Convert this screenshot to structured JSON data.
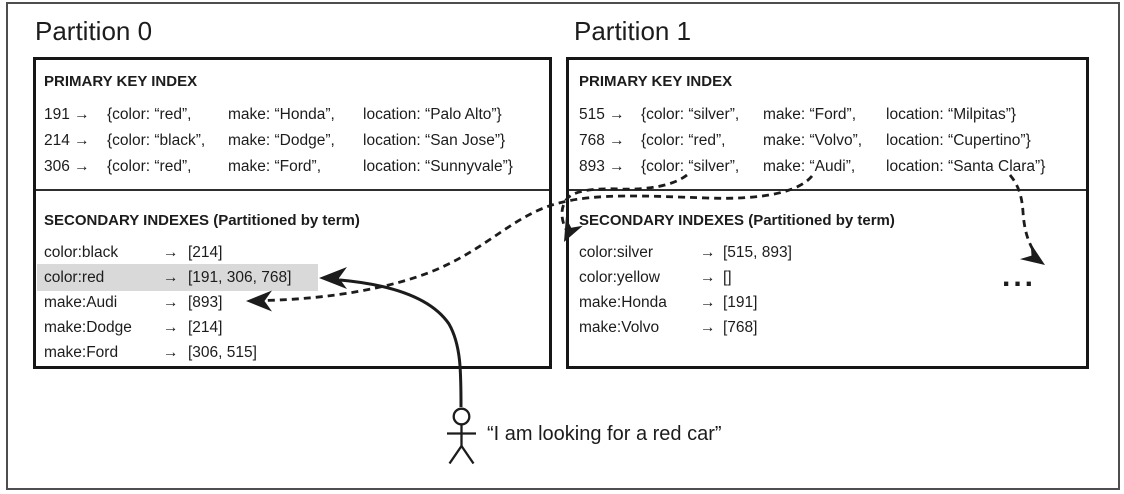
{
  "partitions": [
    {
      "label": "Partition 0",
      "primary_title": "PRIMARY KEY INDEX",
      "secondary_title": "SECONDARY INDEXES (Partitioned by term)",
      "primary_rows": [
        {
          "id": "191 →",
          "color": "{color: “red”,",
          "make": "make: “Honda”,",
          "location": "location: “Palo Alto”}"
        },
        {
          "id": "214 →",
          "color": "{color: “black”,",
          "make": "make: “Dodge”,",
          "location": "location: “San Jose”}"
        },
        {
          "id": "306 →",
          "color": "{color: “red”,",
          "make": "make: “Ford”,",
          "location": "location: “Sunnyvale”}"
        }
      ],
      "secondary_rows": [
        {
          "term": "color:black",
          "arrow": "→",
          "ids": "[214]"
        },
        {
          "term": "color:red",
          "arrow": "→",
          "ids": "[191, 306, 768]"
        },
        {
          "term": "make:Audi",
          "arrow": "→",
          "ids": "[893]"
        },
        {
          "term": "make:Dodge",
          "arrow": "→",
          "ids": "[214]"
        },
        {
          "term": "make:Ford",
          "arrow": "→",
          "ids": "[306, 515]"
        }
      ]
    },
    {
      "label": "Partition 1",
      "primary_title": "PRIMARY KEY INDEX",
      "secondary_title": "SECONDARY INDEXES (Partitioned by term)",
      "primary_rows": [
        {
          "id": "515 →",
          "color": "{color: “silver”,",
          "make": "make: “Ford”,",
          "location": "location: “Milpitas”}"
        },
        {
          "id": "768 →",
          "color": "{color: “red”,",
          "make": "make: “Volvo”,",
          "location": "location: “Cupertino”}"
        },
        {
          "id": "893 →",
          "color": "{color: “silver”,",
          "make": "make: “Audi”,",
          "location": "location: “Santa Clara”}"
        }
      ],
      "secondary_rows": [
        {
          "term": "color:silver",
          "arrow": "→",
          "ids": "[515, 893]"
        },
        {
          "term": "color:yellow",
          "arrow": "→",
          "ids": "[]"
        },
        {
          "term": "make:Honda",
          "arrow": "→",
          "ids": "[191]"
        },
        {
          "term": "make:Volvo",
          "arrow": "→",
          "ids": "[768]"
        }
      ]
    }
  ],
  "query": {
    "text": "“I am looking for a red car”"
  },
  "ellipsis": "...",
  "colors": {
    "ink": "#1c1c1c",
    "highlight": "#d9d9d9",
    "frame": "#4e4e4e"
  }
}
